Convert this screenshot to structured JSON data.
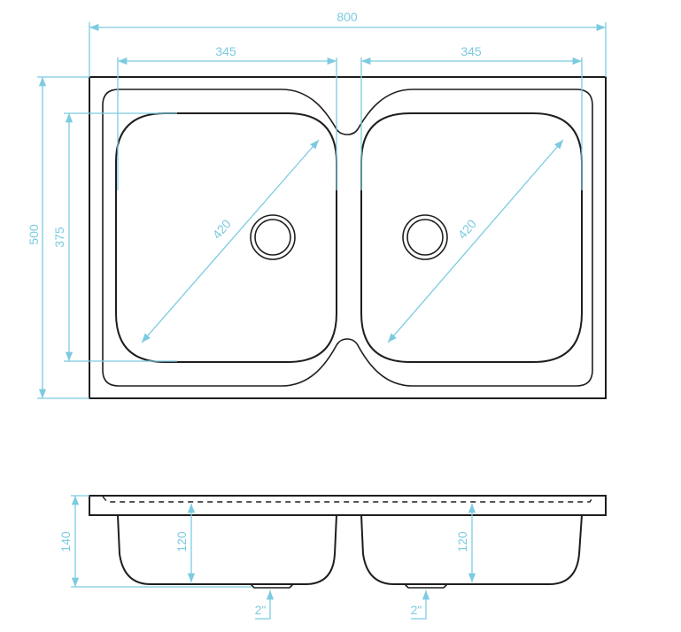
{
  "title": "Double bowl sink technical drawing",
  "colors": {
    "outline": "#1e1e1e",
    "dimension": "#7ccbe0"
  },
  "top_view": {
    "overall_width": "800",
    "overall_depth": "500",
    "bowl_width_left": "345",
    "bowl_width_right": "345",
    "bowl_depth": "375",
    "bowl_diagonal_left": "420",
    "bowl_diagonal_right": "420"
  },
  "side_view": {
    "total_height": "140",
    "bowl_depth_left": "120",
    "bowl_depth_right": "120",
    "drain_left": "2\"",
    "drain_right": "2\""
  }
}
